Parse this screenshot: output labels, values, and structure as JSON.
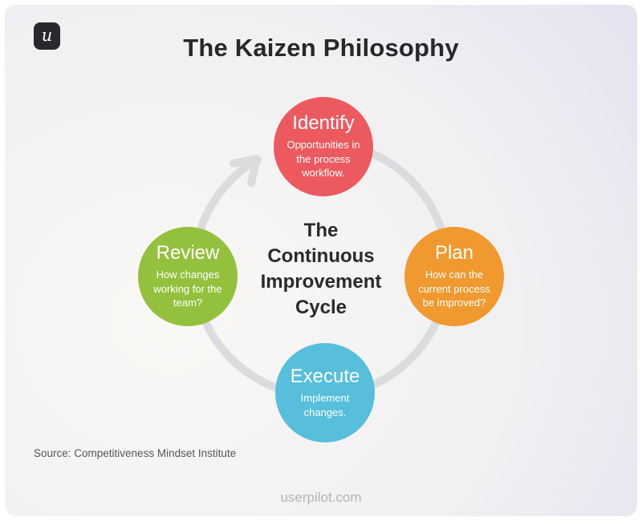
{
  "header": {
    "title": "The Kaizen Philosophy",
    "brand_letter": "u"
  },
  "diagram": {
    "center_label": "The\nContinuous\nImprovement\nCycle",
    "ring_color": "#DCDBDD",
    "flow_direction": "clockwise",
    "steps": [
      {
        "id": "identify",
        "title": "Identify",
        "description": "Opportunities in the process workflow.",
        "color": "#EC5A5F",
        "position": "top"
      },
      {
        "id": "plan",
        "title": "Plan",
        "description": "How can the current process be improved?",
        "color": "#F0992F",
        "position": "right"
      },
      {
        "id": "execute",
        "title": "Execute",
        "description": "Implement changes.",
        "color": "#57BEDB",
        "position": "bottom"
      },
      {
        "id": "review",
        "title": "Review",
        "description": "How changes working for the team?",
        "color": "#93C13E",
        "position": "left"
      }
    ]
  },
  "footer": {
    "source": "Source: Competitiveness Mindset Institute",
    "website": "userpilot.com"
  },
  "theme": {
    "background_center": "#F9F8F5",
    "background_edge": "#DDDBEE",
    "text_dark": "#28282B",
    "text_muted": "#56565A",
    "text_faint": "#B5B3B8",
    "logo_background": "#28282D"
  }
}
